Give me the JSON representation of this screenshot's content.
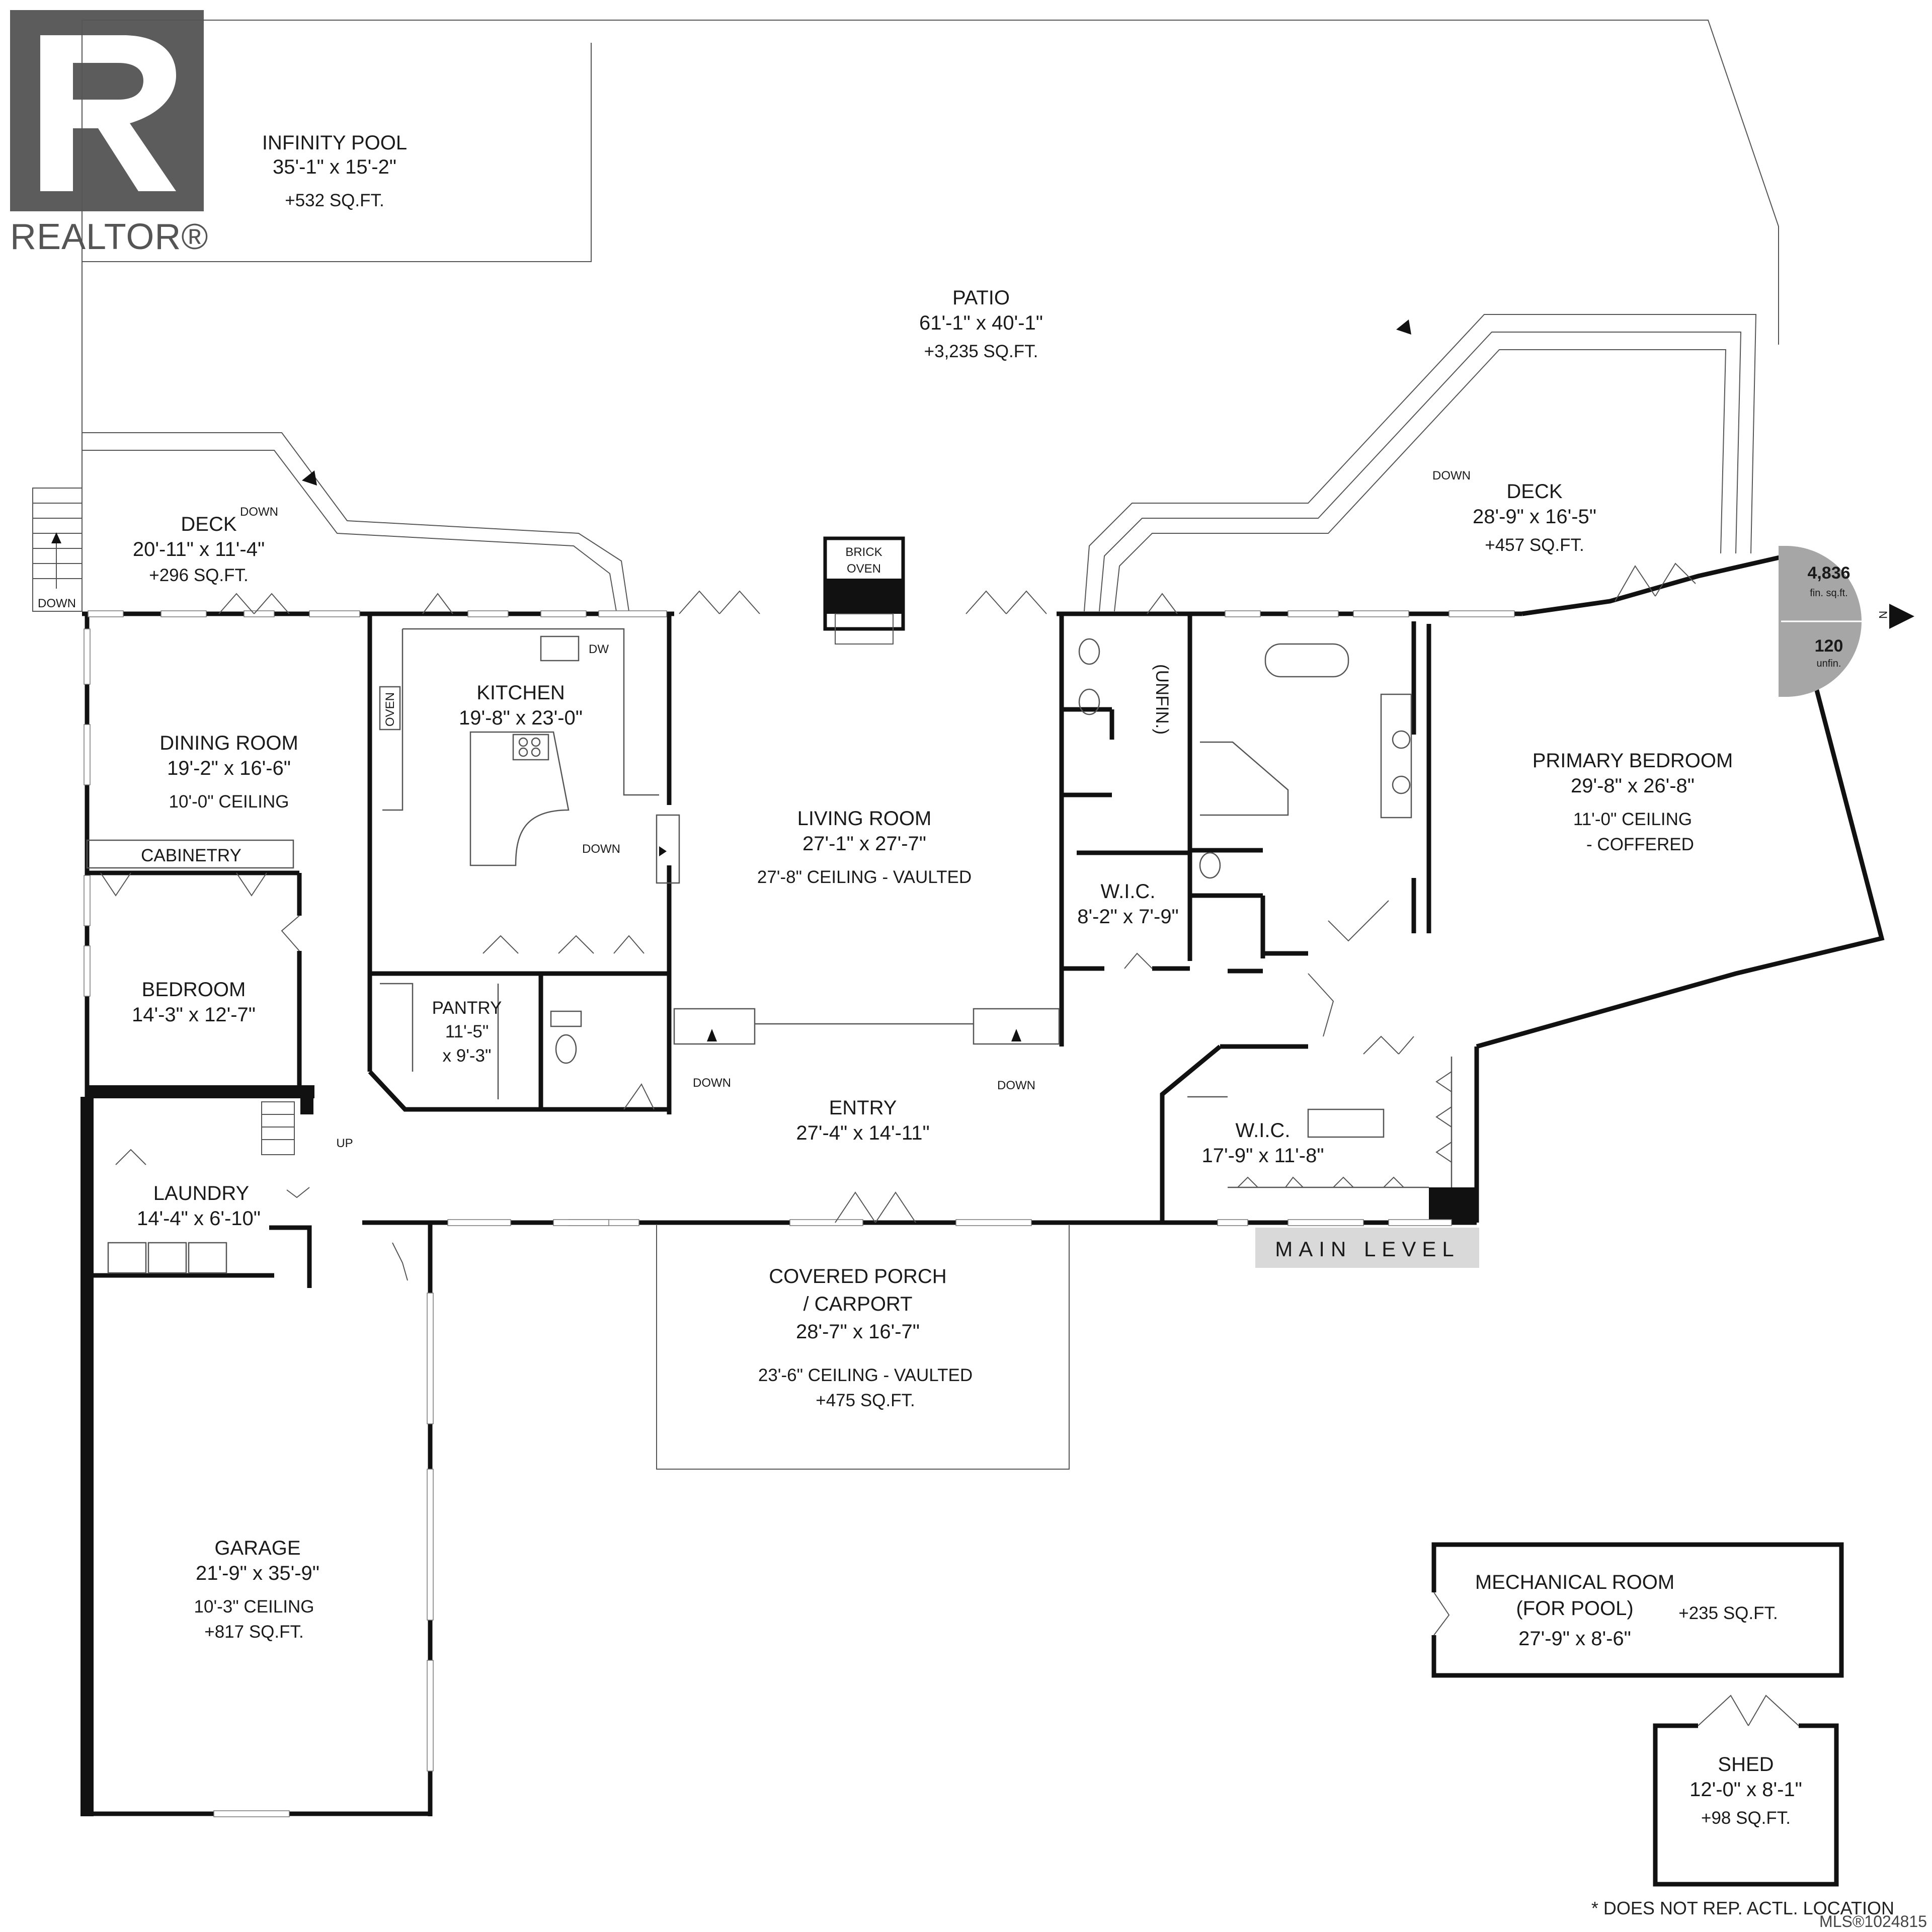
{
  "branding": {
    "logo_letter": "R",
    "logo_text": "REALTOR®",
    "mls_text": "MLS®1024815"
  },
  "level_label": "MAIN LEVEL",
  "area_badge": {
    "finished_value": "4,836",
    "finished_unit": "fin. sq.ft.",
    "unfinished_value": "120",
    "unfinished_unit": "unfin.",
    "north_label": "N"
  },
  "footnote": "* DOES NOT REP. ACTL. LOCATION",
  "rooms": {
    "infinity_pool": {
      "name": "INFINITY POOL",
      "dims": "35'-1\" x 15'-2\"",
      "area": "+532 SQ.FT."
    },
    "patio": {
      "name": "PATIO",
      "dims": "61'-1\" x 40'-1\"",
      "area": "+3,235 SQ.FT."
    },
    "deck_left": {
      "name": "DECK",
      "dims": "20'-11\" x 11'-4\"",
      "area": "+296 SQ.FT."
    },
    "deck_right": {
      "name": "DECK",
      "dims": "28'-9\" x 16'-5\"",
      "area": "+457 SQ.FT."
    },
    "dining_room": {
      "name": "DINING ROOM",
      "dims": "19'-2\" x 16'-6\"",
      "ceiling": "10'-0\" CEILING"
    },
    "cabinetry": {
      "name": "CABINETRY"
    },
    "kitchen": {
      "name": "KITCHEN",
      "dims": "19'-8\" x 23'-0\"",
      "oven": "OVEN",
      "dw": "DW"
    },
    "brick_oven": {
      "line1": "BRICK",
      "line2": "OVEN"
    },
    "living_room": {
      "name": "LIVING ROOM",
      "dims": "27'-1\" x 27'-7\"",
      "ceiling": "27'-8\" CEILING - VAULTED"
    },
    "unfin": {
      "name": "(UNFIN.)"
    },
    "primary_bedroom": {
      "name": "PRIMARY BEDROOM",
      "dims": "29'-8\" x 26'-8\"",
      "ceiling1": "11'-0\" CEILING",
      "ceiling2": "- COFFERED"
    },
    "wic_small": {
      "name": "W.I.C.",
      "dims": "8'-2\" x 7'-9\""
    },
    "wic_large": {
      "name": "W.I.C.",
      "dims": "17'-9\" x 11'-8\""
    },
    "bedroom": {
      "name": "BEDROOM",
      "dims": "14'-3\" x 12'-7\""
    },
    "pantry": {
      "name": "PANTRY",
      "dims1": "11'-5\"",
      "dims2": "x 9'-3\""
    },
    "entry": {
      "name": "ENTRY",
      "dims": "27'-4\" x 14'-11\""
    },
    "laundry": {
      "name": "LAUNDRY",
      "dims": "14'-4\" x 6'-10\""
    },
    "covered_porch": {
      "name1": "COVERED PORCH",
      "name2": "/ CARPORT",
      "dims": "28'-7\" x 16'-7\"",
      "ceiling": "23'-6\" CEILING  - VAULTED",
      "area": "+475 SQ.FT."
    },
    "garage": {
      "name": "GARAGE",
      "dims": "21'-9\" x 35'-9\"",
      "ceiling": "10'-3\" CEILING",
      "area": "+817 SQ.FT."
    },
    "mechanical_room": {
      "name1": "MECHANICAL ROOM",
      "name2": "(FOR POOL)",
      "dims": "27'-9\" x 8'-6\"",
      "area": "+235 SQ.FT."
    },
    "shed": {
      "name": "SHED",
      "dims": "12'-0\" x 8'-1\"",
      "area": "+98 SQ.FT."
    }
  },
  "stair_labels": {
    "down_far_left": "DOWN",
    "down_deck_left": "DOWN",
    "down_deck_right": "DOWN",
    "down_kitchen": "DOWN",
    "down_entry_left": "DOWN",
    "down_entry_right": "DOWN",
    "up_laundry": "UP"
  }
}
